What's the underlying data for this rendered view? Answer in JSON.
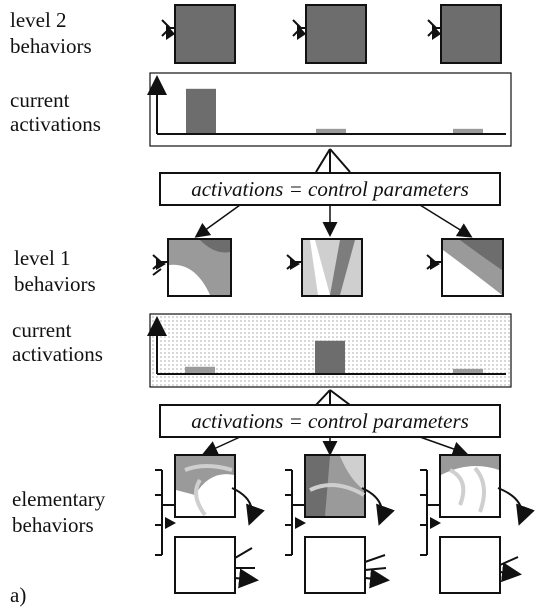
{
  "labels": {
    "level2": [
      "level 2",
      "behaviors"
    ],
    "current_a": [
      "current",
      "activations"
    ],
    "level1": [
      "level 1",
      "behaviors"
    ],
    "current_b": [
      "current",
      "activations"
    ],
    "elementary": [
      "elementary",
      "behaviors"
    ],
    "panel": "a)"
  },
  "equation_1": "activations = control parameters",
  "equation_2": "activations = control parameters",
  "activations_level2": [
    {
      "behavior": 1,
      "level": 0.85
    },
    {
      "behavior": 2,
      "level": 0.08
    },
    {
      "behavior": 3,
      "level": 0.08
    }
  ],
  "activations_level1": [
    {
      "behavior": 1,
      "level": 0.12
    },
    {
      "behavior": 2,
      "level": 0.62
    },
    {
      "behavior": 3,
      "level": 0.08
    }
  ],
  "colors": {
    "ink": "#111111",
    "dark_fill": "#6d6d6d",
    "mid_fill": "#9a9a9a",
    "light_fill": "#cfcfcf"
  }
}
